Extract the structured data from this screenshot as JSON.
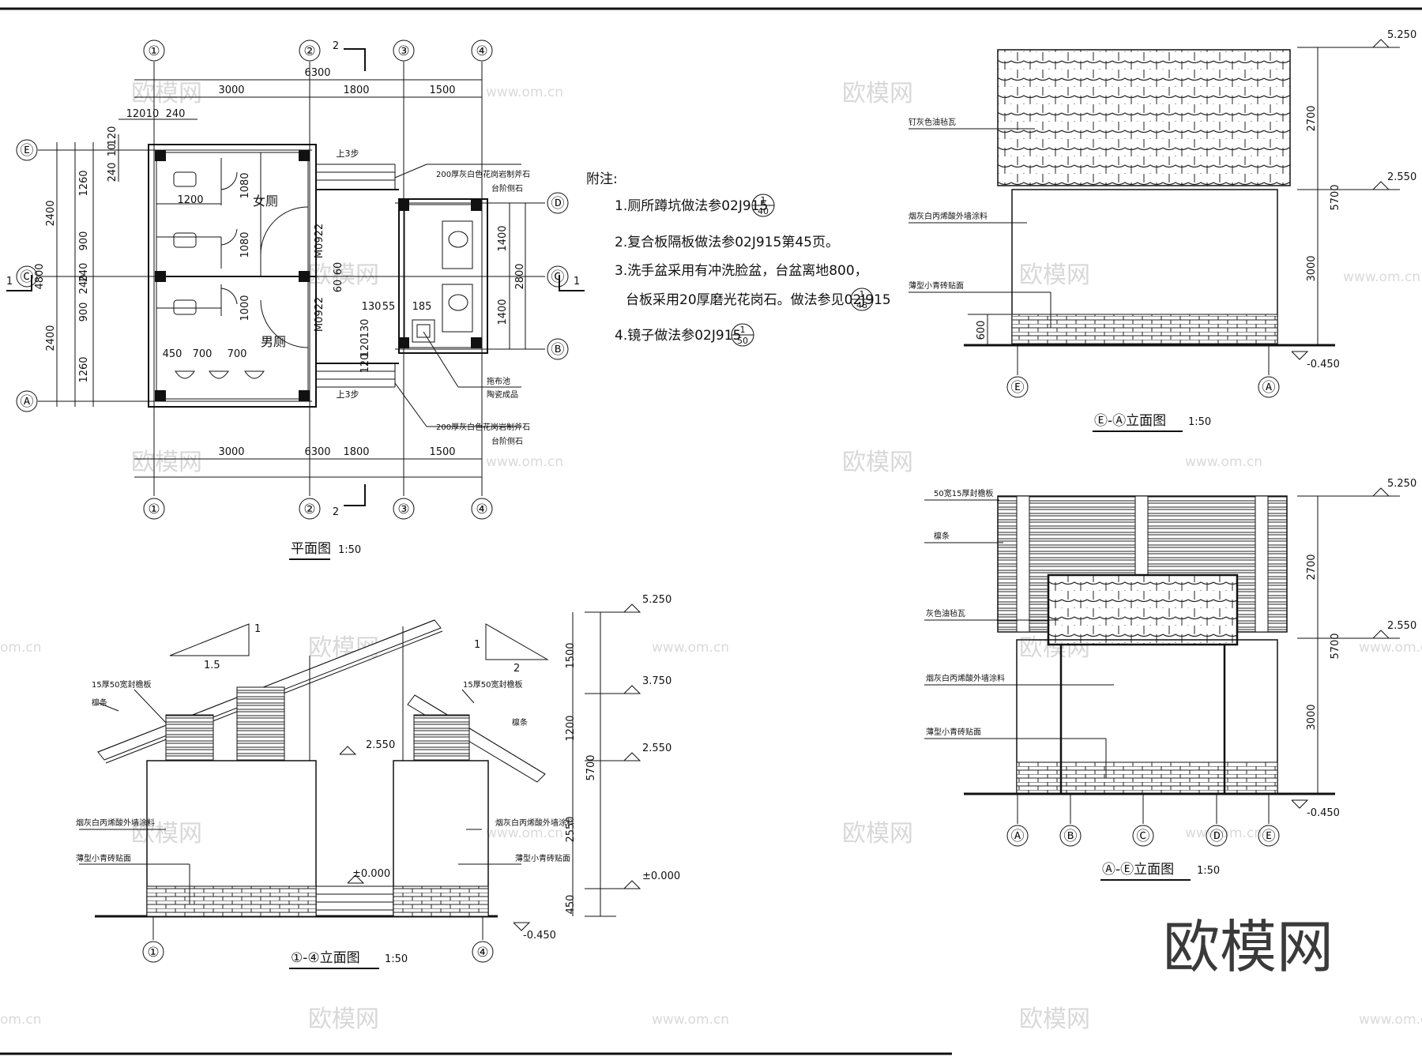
{
  "plan": {
    "title": "平面图",
    "scale": "1:50",
    "grid_x": [
      "①",
      "②",
      "③",
      "④"
    ],
    "grid_y": [
      "Ⓔ",
      "Ⓒ",
      "Ⓐ",
      "Ⓓ",
      "Ⓒ",
      "Ⓑ"
    ],
    "section_mark": "2",
    "section_mark_side": "1",
    "dims_top": {
      "total": "6300",
      "a": "3000",
      "b": "1800",
      "c": "1500",
      "w1": "120",
      "w2": "10",
      "w3": "240"
    },
    "dims_bottom": {
      "total": "6300",
      "a": "3000",
      "b": "1800",
      "c": "1500"
    },
    "dims_left": {
      "total": "4800",
      "a": "2400",
      "b": "2400",
      "c1": "1260",
      "c2": "900",
      "c3": "240",
      "c4": "900",
      "c5": "1260",
      "t1": "120",
      "t2": "10",
      "t3": "240",
      "t4": "240"
    },
    "dims_right": {
      "total": "2800",
      "a": "1400",
      "b": "1400"
    },
    "stall_dims": {
      "w": "1200",
      "d1": "1080",
      "d2": "1080",
      "d3": "1000",
      "u1": "450",
      "u2": "700",
      "u3": "700"
    },
    "door_dims": {
      "s1": "60",
      "s2": "60",
      "a": "130",
      "b": "55",
      "c": "185",
      "d": "130",
      "e": "120",
      "f": "120"
    },
    "door_codes": [
      "M0922",
      "M0922"
    ],
    "room_f": "女厕",
    "room_m": "男厕",
    "step_top": "上3步",
    "step_bot": "上3步",
    "note_step_top": "200厚灰白色花岗岩制斧石",
    "note_step_top2": "台阶侧石",
    "note_step_bot": "200厚灰白色花岗岩制斧石",
    "note_step_bot2": "台阶侧石",
    "note_mop": "拖布池",
    "note_mop2": "陶瓷成品"
  },
  "notes": {
    "heading": "附注:",
    "items": [
      "1.厕所蹲坑做法参02J915",
      "2.复合板隔板做法参02J915第45页。",
      "3.洗手盆采用有冲洗脸盆，台盆离地800，",
      "台板采用20厚磨光花岗石。做法参见02J915",
      "4.镜子做法参02J915"
    ],
    "refs": [
      {
        "top": "1",
        "bot": "40"
      },
      {
        "top": "1",
        "bot": "48"
      },
      {
        "top": "1",
        "bot": "50"
      }
    ]
  },
  "elev_1_4": {
    "title": "①-④立面图",
    "scale": "1:50",
    "levels": [
      "5.250",
      "3.750",
      "2.550",
      "2.550",
      "±0.000",
      "±0.000",
      "-0.450"
    ],
    "dims_v": [
      "1500",
      "1200",
      "5700",
      "2550",
      "450"
    ],
    "slope1": {
      "a": "1",
      "b": "1.5"
    },
    "slope2": {
      "a": "1",
      "b": "2"
    },
    "labels": [
      "15厚50宽封檐板",
      "檩条",
      "15厚50宽封檐板",
      "檩条",
      "烟灰白丙烯酸外墙涂料",
      "薄型小青砖贴面",
      "烟灰白丙烯酸外墙涂料",
      "薄型小青砖贴面"
    ],
    "axes": [
      "①",
      "④"
    ]
  },
  "elev_e_a": {
    "title": "Ⓔ-Ⓐ立面图",
    "scale": "1:50",
    "levels": [
      "5.250",
      "2.550",
      "-0.450"
    ],
    "dims_v": [
      "2700",
      "5700",
      "3000",
      "600"
    ],
    "labels": [
      "钉灰色油毡瓦",
      "烟灰白丙烯酸外墙涂料",
      "薄型小青砖贴面"
    ],
    "axes": [
      "Ⓔ",
      "Ⓐ"
    ]
  },
  "elev_a_e": {
    "title": "Ⓐ-Ⓔ立面图",
    "scale": "1:50",
    "levels": [
      "5.250",
      "2.550",
      "-0.450"
    ],
    "dims_v": [
      "2700",
      "5700",
      "3000"
    ],
    "labels": [
      "50宽15厚封檐板",
      "檩条",
      "灰色油毡瓦",
      "烟灰白丙烯酸外墙涂料",
      "薄型小青砖贴面"
    ],
    "axes": [
      "Ⓐ",
      "Ⓑ",
      "Ⓒ",
      "Ⓓ",
      "Ⓔ"
    ]
  },
  "watermarks": {
    "cn": "欧模网",
    "url": "www.om.cn",
    "url2": "om.cn",
    "brand": "欧模网"
  }
}
